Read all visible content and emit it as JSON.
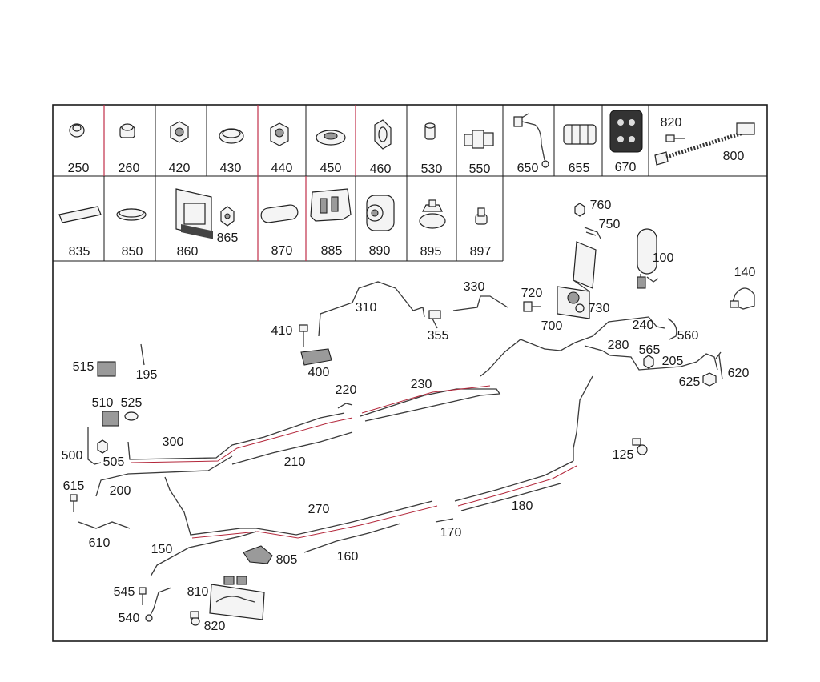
{
  "tray_row1": [
    "250",
    "260",
    "420",
    "430",
    "440",
    "450",
    "460",
    "530",
    "550",
    "650",
    "655",
    "670"
  ],
  "tray_row1_extra": [
    "820",
    "800"
  ],
  "tray_row2": [
    "835",
    "850",
    "860",
    "865",
    "870",
    "885",
    "890",
    "895",
    "897"
  ],
  "callouts": {
    "c760": "760",
    "c750": "750",
    "c100": "100",
    "c140": "140",
    "c330": "330",
    "c720": "720",
    "c730": "730",
    "c700": "700",
    "c310": "310",
    "c355": "355",
    "c410": "410",
    "c400": "400",
    "c240": "240",
    "c560": "560",
    "c280": "280",
    "c565": "565",
    "c205": "205",
    "c620": "620",
    "c625": "625",
    "c515": "515",
    "c195": "195",
    "c220": "220",
    "c230": "230",
    "c510": "510",
    "c525": "525",
    "c300": "300",
    "c500": "500",
    "c505": "505",
    "c210": "210",
    "c125": "125",
    "c615": "615",
    "c200": "200",
    "c270": "270",
    "c180": "180",
    "c610": "610",
    "c170": "170",
    "c150": "150",
    "c805": "805",
    "c160": "160",
    "c545": "545",
    "c810": "810",
    "c540": "540",
    "c820b": "820"
  }
}
